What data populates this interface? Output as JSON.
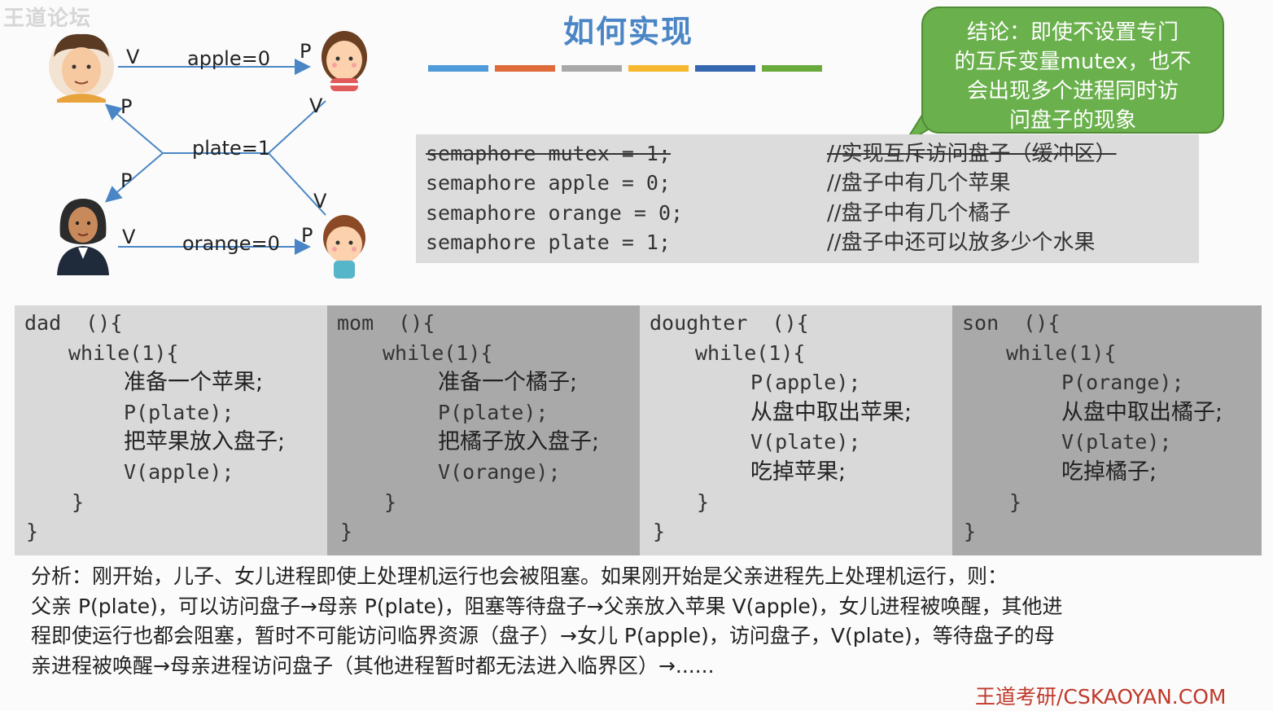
{
  "watermark": "王道论坛",
  "title": "如何实现",
  "colors": {
    "bar": [
      "#4f9ad8",
      "#e06b3a",
      "#a8a8a8",
      "#f5b82e",
      "#3566b0",
      "#6aaa3c"
    ],
    "bubble": "#6ab04c",
    "footer": "#c0392b"
  },
  "diagram": {
    "apple_label": "apple=0",
    "plate_label": "plate=1",
    "orange_label": "orange=0",
    "v": "V",
    "p": "P"
  },
  "bubble": {
    "lines": [
      "结论：即使不设置专门",
      "的互斥变量mutex，也不",
      "会出现多个进程同时访",
      "问盘子的现象"
    ]
  },
  "semaphores": [
    {
      "code": "semaphore mutex = 1;",
      "comment": "//实现互斥访问盘子（缓冲区）",
      "struck": true
    },
    {
      "code": "semaphore apple = 0;",
      "comment": "//盘子中有几个苹果",
      "struck": false
    },
    {
      "code": "semaphore orange = 0;",
      "comment": "//盘子中有几个橘子",
      "struck": false
    },
    {
      "code": "semaphore plate = 1;",
      "comment": "//盘子中还可以放多少个水果",
      "struck": false
    }
  ],
  "processes": [
    {
      "name": "dad",
      "lines": [
        "dad  (){",
        "while(1){",
        "准备一个苹果;",
        "P(plate);",
        "把苹果放入盘子;",
        "V(apple);",
        "}",
        "}"
      ]
    },
    {
      "name": "mom",
      "lines": [
        "mom  (){",
        "while(1){",
        "准备一个橘子;",
        "P(plate);",
        "把橘子放入盘子;",
        "V(orange);",
        "}",
        "}"
      ]
    },
    {
      "name": "doughter",
      "lines": [
        "doughter  (){",
        "while(1){",
        "P(apple);",
        "从盘中取出苹果;",
        "V(plate);",
        "吃掉苹果;",
        "}",
        "}"
      ]
    },
    {
      "name": "son",
      "lines": [
        "son  (){",
        "while(1){",
        "P(orange);",
        "从盘中取出橘子;",
        "V(plate);",
        "吃掉橘子;",
        "}",
        "}"
      ]
    }
  ],
  "analysis": {
    "lines": [
      "分析：刚开始，儿子、女儿进程即使上处理机运行也会被阻塞。如果刚开始是父亲进程先上处理机运行，则：",
      "父亲 P(plate)，可以访问盘子→母亲 P(plate)，阻塞等待盘子→父亲放入苹果 V(apple)，女儿进程被唤醒，其他进",
      "程即使运行也都会阻塞，暂时不可能访问临界资源（盘子）→女儿 P(apple)，访问盘子，V(plate)，等待盘子的母",
      "亲进程被唤醒→母亲进程访问盘子（其他进程暂时都无法进入临界区）→......"
    ]
  },
  "footer": "王道考研/CSKAOYAN.COM"
}
